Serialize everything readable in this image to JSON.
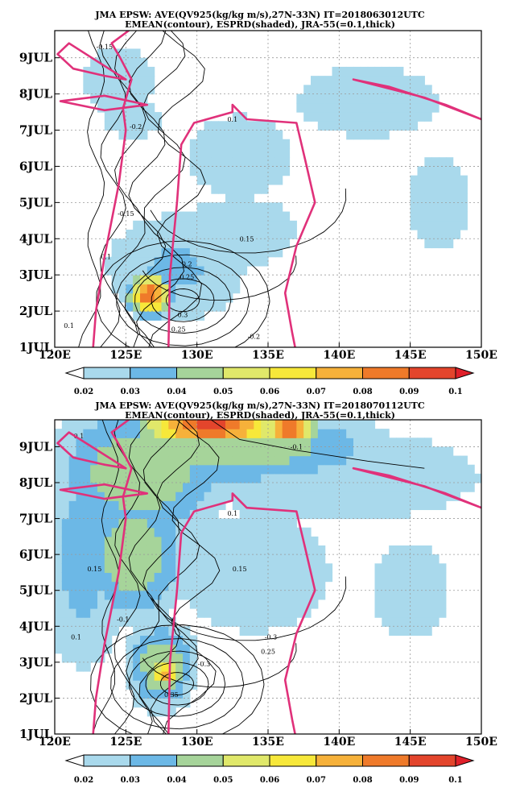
{
  "colors": {
    "bins": [
      "#ffffff",
      "#a9d9ec",
      "#6cb8e6",
      "#a6d49a",
      "#e0e86a",
      "#f7e83a",
      "#f6b13a",
      "#ef7a2a",
      "#e3452c",
      "#e0202a"
    ],
    "contour": "#000000",
    "reference": "#e0317a",
    "grid": "#9a9a9a"
  },
  "colorbar": {
    "labels": [
      "0.02",
      "0.03",
      "0.04",
      "0.05",
      "0.06",
      "0.07",
      "0.08",
      "0.09",
      "0.1"
    ]
  },
  "chart_data": [
    {
      "type": "heatmap",
      "title": "JMA EPSW: AVE(QV925(kg/kg m/s),27N-33N) IT=2018063012UTC",
      "subtitle": "EMEAN(contour), ESPRD(shaded), JRA-55(=0.1,thick)",
      "xlabel": "",
      "ylabel": "",
      "x_ticks": [
        "120E",
        "125E",
        "130E",
        "135E",
        "140E",
        "145E",
        "150E"
      ],
      "y_ticks": [
        "1JUL",
        "2JUL",
        "3JUL",
        "4JUL",
        "5JUL",
        "6JUL",
        "7JUL",
        "8JUL",
        "9JUL"
      ],
      "xlim": [
        120,
        150
      ],
      "ylim": [
        1,
        9.75
      ],
      "grid": true,
      "shading_levels": [
        0.02,
        0.03,
        0.04,
        0.05,
        0.06,
        0.07,
        0.08,
        0.09,
        0.1
      ],
      "spread_blobs": [
        {
          "lon": 124.5,
          "day": 8.4,
          "sx": 3.0,
          "sy": 1.1,
          "value": 0.028
        },
        {
          "lon": 125.5,
          "day": 7.3,
          "sx": 2.2,
          "sy": 0.6,
          "value": 0.03
        },
        {
          "lon": 133.0,
          "day": 6.3,
          "sx": 6.0,
          "sy": 1.8,
          "value": 0.024
        },
        {
          "lon": 142.0,
          "day": 7.8,
          "sx": 8.0,
          "sy": 1.6,
          "value": 0.024
        },
        {
          "lon": 128.5,
          "day": 3.2,
          "sx": 5.0,
          "sy": 1.5,
          "value": 0.032
        },
        {
          "lon": 126.7,
          "day": 2.45,
          "sx": 1.2,
          "sy": 0.45,
          "value": 0.088
        },
        {
          "lon": 133.0,
          "day": 4.2,
          "sx": 9.0,
          "sy": 2.2,
          "value": 0.022
        },
        {
          "lon": 147.0,
          "day": 5.0,
          "sx": 5.0,
          "sy": 3.0,
          "value": 0.022
        }
      ],
      "contour_labels": [
        {
          "lon": 123.5,
          "day": 9.3,
          "text": "-0.15"
        },
        {
          "lon": 125.7,
          "day": 7.1,
          "text": "-0.2"
        },
        {
          "lon": 132.5,
          "day": 7.3,
          "text": "0.1"
        },
        {
          "lon": 125.0,
          "day": 4.7,
          "text": "-0.15"
        },
        {
          "lon": 133.5,
          "day": 4.0,
          "text": "0.15"
        },
        {
          "lon": 123.6,
          "day": 3.5,
          "text": "0.1"
        },
        {
          "lon": 129.3,
          "day": 3.3,
          "text": "0.2"
        },
        {
          "lon": 129.3,
          "day": 2.95,
          "text": "0.25"
        },
        {
          "lon": 129.0,
          "day": 1.9,
          "text": "0.3"
        },
        {
          "lon": 128.7,
          "day": 1.5,
          "text": "0.25"
        },
        {
          "lon": 134.0,
          "day": 1.3,
          "text": "-0.2"
        },
        {
          "lon": 121.0,
          "day": 1.6,
          "text": "0.1"
        }
      ],
      "reference_lines": [
        [
          [
            122.7,
            1.0
          ],
          [
            122.9,
            2.0
          ],
          [
            123.5,
            3.5
          ],
          [
            124.5,
            5.5
          ],
          [
            125.0,
            7.0
          ],
          [
            124.8,
            7.6
          ],
          [
            125.4,
            8.4
          ],
          [
            124.6,
            9.0
          ],
          [
            124.0,
            9.4
          ],
          [
            125.2,
            9.75
          ]
        ],
        [
          [
            125.0,
            8.4
          ],
          [
            123.0,
            8.9
          ],
          [
            121.0,
            9.4
          ],
          [
            120.2,
            9.1
          ],
          [
            121.3,
            8.7
          ],
          [
            123.5,
            8.5
          ],
          [
            125.0,
            8.4
          ]
        ],
        [
          [
            120.4,
            7.8
          ],
          [
            123.5,
            7.95
          ],
          [
            126.5,
            7.7
          ],
          [
            123.5,
            7.55
          ],
          [
            120.4,
            7.8
          ]
        ],
        [
          [
            128.0,
            1.0
          ],
          [
            128.1,
            3.0
          ],
          [
            128.6,
            5.0
          ],
          [
            128.9,
            6.6
          ],
          [
            129.8,
            7.2
          ],
          [
            132.5,
            7.5
          ],
          [
            132.5,
            7.7
          ],
          [
            133.5,
            7.3
          ],
          [
            137.0,
            7.2
          ],
          [
            137.6,
            6.2
          ],
          [
            138.3,
            5.0
          ],
          [
            137.0,
            3.8
          ],
          [
            136.2,
            2.5
          ],
          [
            136.7,
            1.4
          ],
          [
            136.9,
            1.0
          ]
        ],
        [
          [
            141.0,
            8.4
          ],
          [
            146.0,
            7.9
          ],
          [
            150.0,
            7.3
          ],
          [
            147.5,
            7.7
          ],
          [
            143.5,
            8.2
          ],
          [
            141.0,
            8.4
          ]
        ]
      ]
    },
    {
      "type": "heatmap",
      "title": "JMA EPSW: AVE(QV925(kg/kg m/s),27N-33N) IT=2018070112UTC",
      "subtitle": "EMEAN(contour), ESPRD(shaded), JRA-55(=0.1,thick)",
      "xlabel": "",
      "ylabel": "",
      "x_ticks": [
        "120E",
        "125E",
        "130E",
        "135E",
        "140E",
        "145E",
        "150E"
      ],
      "y_ticks": [
        "1JUL",
        "2JUL",
        "3JUL",
        "4JUL",
        "5JUL",
        "6JUL",
        "7JUL",
        "8JUL",
        "9JUL"
      ],
      "xlim": [
        120,
        150
      ],
      "ylim": [
        1,
        9.75
      ],
      "grid": true,
      "shading_levels": [
        0.02,
        0.03,
        0.04,
        0.05,
        0.06,
        0.07,
        0.08,
        0.09,
        0.1
      ],
      "spread_blobs": [
        {
          "lon": 131.0,
          "day": 9.55,
          "sx": 4.0,
          "sy": 0.35,
          "value": 0.095
        },
        {
          "lon": 136.5,
          "day": 9.5,
          "sx": 1.5,
          "sy": 0.3,
          "value": 0.09
        },
        {
          "lon": 132.0,
          "day": 9.0,
          "sx": 9.0,
          "sy": 0.9,
          "value": 0.05
        },
        {
          "lon": 126.0,
          "day": 8.3,
          "sx": 5.0,
          "sy": 1.6,
          "value": 0.05
        },
        {
          "lon": 125.5,
          "day": 6.0,
          "sx": 3.0,
          "sy": 1.5,
          "value": 0.05
        },
        {
          "lon": 122.0,
          "day": 6.0,
          "sx": 3.0,
          "sy": 3.0,
          "value": 0.035
        },
        {
          "lon": 140.0,
          "day": 8.2,
          "sx": 12.0,
          "sy": 1.5,
          "value": 0.028
        },
        {
          "lon": 134.0,
          "day": 5.5,
          "sx": 8.0,
          "sy": 2.5,
          "value": 0.025
        },
        {
          "lon": 127.5,
          "day": 2.9,
          "sx": 2.0,
          "sy": 1.0,
          "value": 0.05
        },
        {
          "lon": 127.8,
          "day": 2.7,
          "sx": 0.9,
          "sy": 0.35,
          "value": 0.075
        },
        {
          "lon": 145.0,
          "day": 5.0,
          "sx": 6.0,
          "sy": 3.0,
          "value": 0.022
        }
      ],
      "contour_labels": [
        {
          "lon": 121.7,
          "day": 9.3,
          "text": "0.1"
        },
        {
          "lon": 137.0,
          "day": 9.0,
          "text": "-0.1"
        },
        {
          "lon": 132.5,
          "day": 7.15,
          "text": "0.1"
        },
        {
          "lon": 122.8,
          "day": 5.6,
          "text": "0.15"
        },
        {
          "lon": 133.0,
          "day": 5.6,
          "text": "0.15"
        },
        {
          "lon": 124.8,
          "day": 4.2,
          "text": "-0.1"
        },
        {
          "lon": 121.5,
          "day": 3.7,
          "text": "0.1"
        },
        {
          "lon": 135.2,
          "day": 3.7,
          "text": "-0.3"
        },
        {
          "lon": 135.0,
          "day": 3.3,
          "text": "0.25"
        },
        {
          "lon": 130.5,
          "day": 2.95,
          "text": "-0.3"
        },
        {
          "lon": 128.2,
          "day": 2.1,
          "text": "0.35"
        }
      ],
      "reference_lines": [
        [
          [
            122.7,
            1.0
          ],
          [
            122.9,
            2.0
          ],
          [
            123.5,
            3.5
          ],
          [
            124.5,
            5.5
          ],
          [
            125.0,
            7.0
          ],
          [
            124.8,
            7.6
          ],
          [
            125.4,
            8.4
          ],
          [
            124.6,
            9.0
          ],
          [
            124.0,
            9.4
          ],
          [
            125.2,
            9.75
          ]
        ],
        [
          [
            125.0,
            8.4
          ],
          [
            123.0,
            8.9
          ],
          [
            121.0,
            9.4
          ],
          [
            120.2,
            9.1
          ],
          [
            121.3,
            8.7
          ],
          [
            123.5,
            8.5
          ],
          [
            125.0,
            8.4
          ]
        ],
        [
          [
            120.4,
            7.8
          ],
          [
            123.5,
            7.95
          ],
          [
            126.5,
            7.7
          ],
          [
            123.5,
            7.55
          ],
          [
            120.4,
            7.8
          ]
        ],
        [
          [
            128.0,
            1.0
          ],
          [
            128.1,
            3.0
          ],
          [
            128.6,
            5.0
          ],
          [
            128.9,
            6.6
          ],
          [
            129.8,
            7.2
          ],
          [
            132.5,
            7.5
          ],
          [
            132.5,
            7.7
          ],
          [
            133.5,
            7.3
          ],
          [
            137.0,
            7.2
          ],
          [
            137.6,
            6.2
          ],
          [
            138.3,
            5.0
          ],
          [
            137.0,
            3.8
          ],
          [
            136.2,
            2.5
          ],
          [
            136.7,
            1.4
          ],
          [
            136.9,
            1.0
          ]
        ],
        [
          [
            141.0,
            8.4
          ],
          [
            146.0,
            7.9
          ],
          [
            150.0,
            7.3
          ],
          [
            147.5,
            7.7
          ],
          [
            143.5,
            8.2
          ],
          [
            141.0,
            8.4
          ]
        ]
      ]
    }
  ]
}
